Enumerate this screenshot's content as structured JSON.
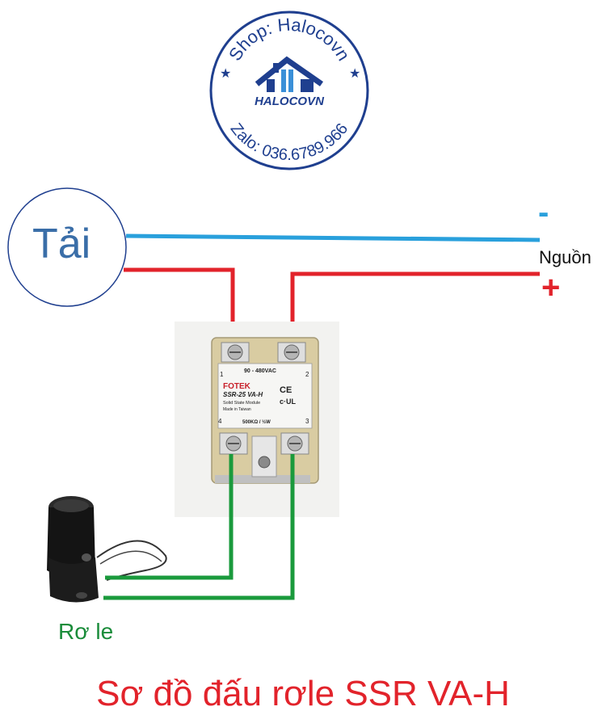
{
  "logo": {
    "shop_text": "Shop: Halocovn",
    "brand_text": "HALOCOVN",
    "zalo_text": "Zalo: 036.6789.966"
  },
  "load_label": "Tải",
  "source_label": "Nguồn",
  "minus_sign": "-",
  "plus_sign": "+",
  "relay_label": "Rơ le",
  "ssr": {
    "brand": "FOTEK",
    "model": "SSR-25 VA-H",
    "subtitle": "Solid State Module",
    "origin": "Made in Taiwan",
    "voltage": "90 - 480VAC",
    "resistance": "500KΩ / ½W",
    "terminal_1": "1",
    "terminal_2": "2",
    "terminal_3": "3",
    "terminal_4": "4"
  },
  "title": "Sơ đồ đấu rơle SSR VA-H",
  "colors": {
    "negative_wire": "#29a0dc",
    "positive_wire": "#e2232b",
    "control_wire": "#1a9a3c",
    "title": "#e2232b",
    "logo_blue": "#1f3f8f"
  }
}
